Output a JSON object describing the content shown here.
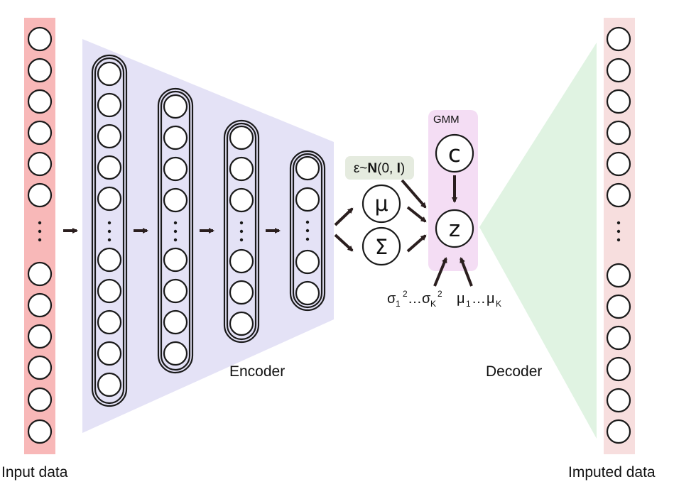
{
  "labels": {
    "input": "Input data",
    "output": "Imputed data",
    "encoder": "Encoder",
    "decoder": "Decoder",
    "gmm": "GMM",
    "epsilon_prefix": "ε~",
    "epsilon_N": "N",
    "epsilon_open": "(0, ",
    "epsilon_I": "I",
    "epsilon_close": ")",
    "mu": "μ",
    "sigma": "Σ",
    "c": "c",
    "z": "z",
    "sigma_param": "σ",
    "mu_param": "μ",
    "sub_1": "1",
    "sub_K": "K",
    "sup_2": "2",
    "dots": "…"
  },
  "colors": {
    "input_column": "#f8b8b8",
    "output_column": "#f7dede",
    "encoder_fill": "#e4e2f6",
    "decoder_fill": "#e0f3e2",
    "gmm_fill": "#f4ddf4",
    "epsilon_box": "#e5ebdf",
    "stroke": "#1a1a1a",
    "arrow": "#2a1e1e"
  }
}
